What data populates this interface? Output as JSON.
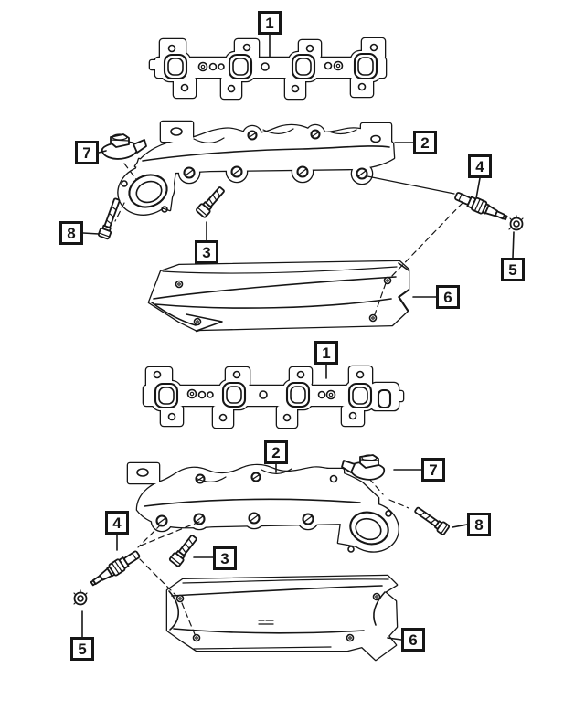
{
  "colors": {
    "background": "#ffffff",
    "line": "#161616"
  },
  "callouts": {
    "top": [
      {
        "label": "1"
      },
      {
        "label": "2"
      },
      {
        "label": "3"
      },
      {
        "label": "4"
      },
      {
        "label": "5"
      },
      {
        "label": "6"
      },
      {
        "label": "7"
      },
      {
        "label": "8"
      }
    ],
    "bottom": [
      {
        "label": "1"
      },
      {
        "label": "2"
      },
      {
        "label": "3"
      },
      {
        "label": "4"
      },
      {
        "label": "5"
      },
      {
        "label": "6"
      },
      {
        "label": "7"
      },
      {
        "label": "8"
      }
    ]
  }
}
